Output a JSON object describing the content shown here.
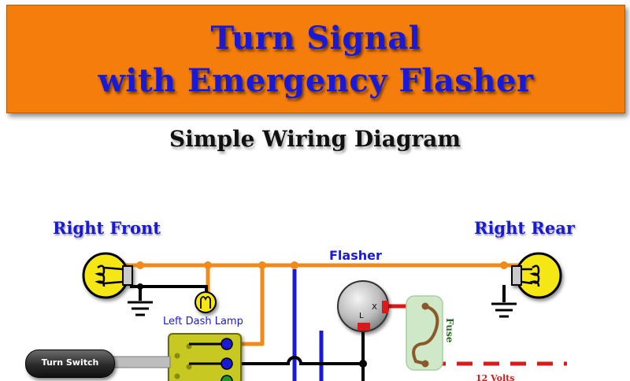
{
  "header": {
    "title_line1": "Turn Signal",
    "title_line2": "with Emergency Flasher",
    "subtitle": "Simple Wiring Diagram"
  },
  "labels": {
    "right_front": "Right Front",
    "right_rear": "Right Rear",
    "flasher": "Flasher",
    "left_dash_lamp": "Left Dash Lamp",
    "fuse": "Fuse",
    "voltage": "12 Volts",
    "flasher_x": "X",
    "flasher_l": "L"
  },
  "controls": {
    "turn_switch": "Turn Switch"
  },
  "colors": {
    "banner": "#f47d0c",
    "title_text": "#1a1ad6",
    "wire_orange": "#f28a1a",
    "wire_blue": "#1a1ad6",
    "wire_black": "#000000",
    "wire_red": "#d81a1a",
    "bulb": "#f5e617",
    "fuse_body": "#cfe9c8",
    "switch_block": "#c8c820"
  },
  "icons": [
    "bulb-icon",
    "ground-icon",
    "dash-lamp-icon",
    "flasher-can-icon",
    "fuse-icon",
    "turn-switch-icon"
  ]
}
